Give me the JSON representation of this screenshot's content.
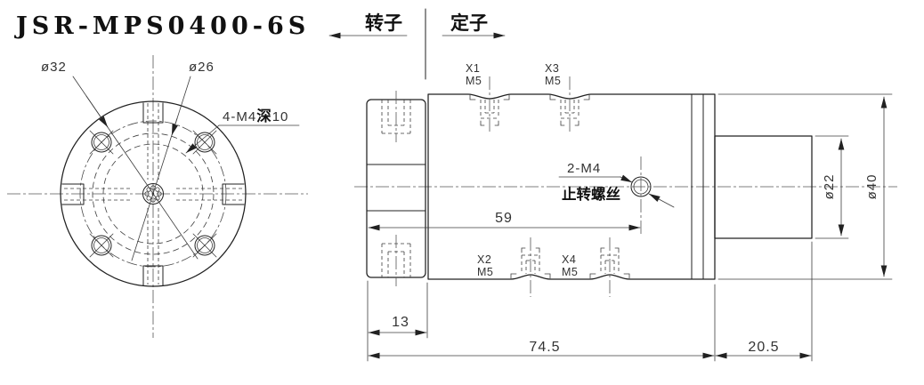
{
  "title": "JSR-MPS0400-6S",
  "header": {
    "rotor": "转子",
    "stator": "定子"
  },
  "front_view": {
    "dia_bolt_circle": "ø32",
    "dia_inner": "ø26",
    "screw_note": {
      "prefix": "4-M4",
      "depth_char": "深",
      "depth_value": "10"
    }
  },
  "side_view": {
    "ports": [
      {
        "id": "X1",
        "thread": "M5"
      },
      {
        "id": "X2",
        "thread": "M5"
      },
      {
        "id": "X3",
        "thread": "M5"
      },
      {
        "id": "X4",
        "thread": "M5"
      }
    ],
    "anti_rotation": {
      "qty_label": "2-M4",
      "caption": "止转螺丝"
    },
    "dims": {
      "flange_to_screw": "59",
      "rotor_flange_width": "13",
      "body_length": "74.5",
      "tail_length": "20.5",
      "tail_dia": "ø22",
      "body_dia": "ø40"
    }
  },
  "colors": {
    "line": "#212121",
    "thin_line": "#3d3d3d",
    "text": "#333333",
    "background": "#ffffff"
  }
}
